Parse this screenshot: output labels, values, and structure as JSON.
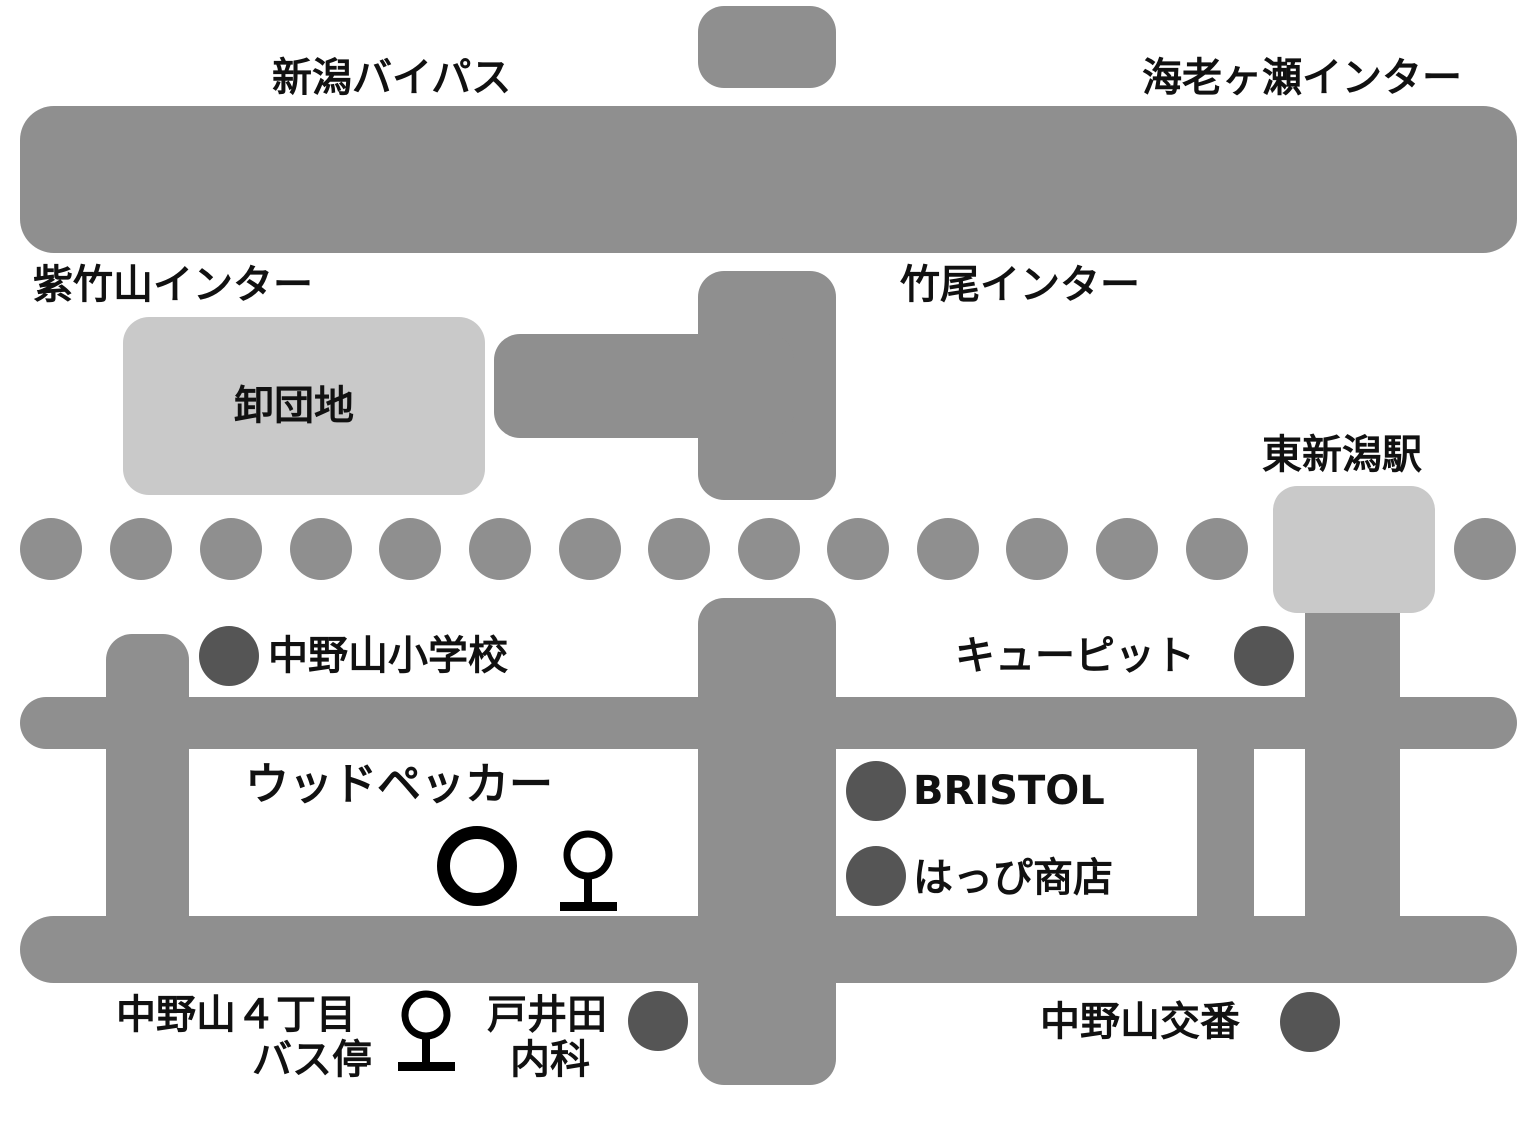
{
  "labels": {
    "niigata_bypass": "新潟バイパス",
    "ebigase_ic": "海老ヶ瀬インター",
    "shichikuyama_ic": "紫竹山インター",
    "takeo_ic": "竹尾インター",
    "oroshi_danchi": "卸団地",
    "higashi_niigata_station": "東新潟駅",
    "nakanoyama_elementary": "中野山小学校",
    "qpit": "キューピット",
    "woodpecker": "ウッドペッカー",
    "bristol": "BRISTOL",
    "happi_shoten": "はっぴ商店",
    "bus_stop_line1": "中野山４丁目",
    "bus_stop_line2": "バス停",
    "toida_line1": "戸井田",
    "toida_line2": "内科",
    "police_box": "中野山交番"
  },
  "colors": {
    "road": "#8f8f8f",
    "area": "#c9c9c9",
    "landmark": "#555555"
  }
}
